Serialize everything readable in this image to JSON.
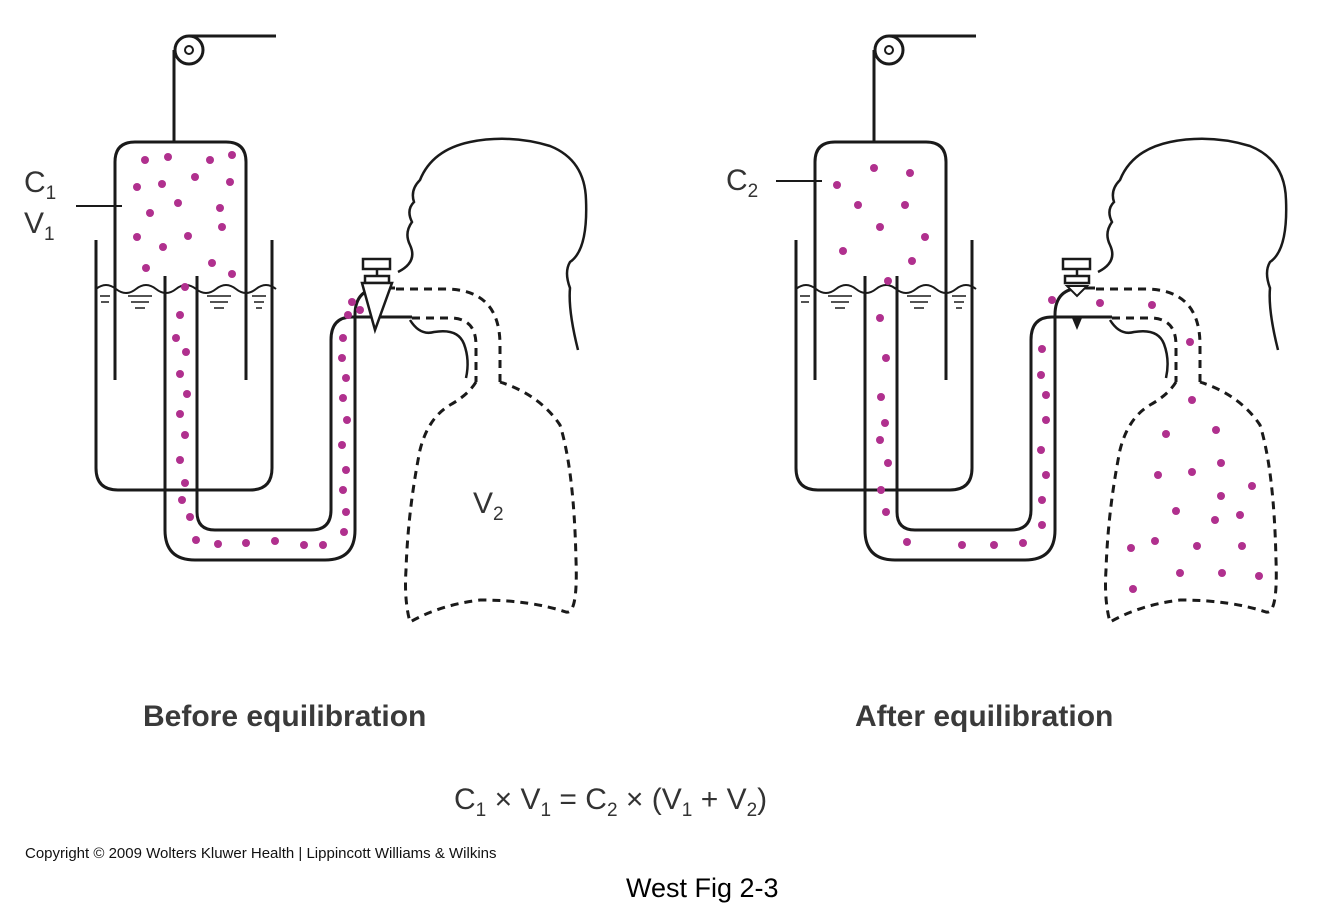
{
  "colors": {
    "line": "#1a1a1a",
    "particle": "#b0308e",
    "text": "#333333"
  },
  "before_panel": {
    "caption": "Before equilibration",
    "c1_symbol": "C",
    "c1_sub": "1",
    "v1_symbol": "V",
    "v1_sub": "1",
    "v2_symbol": "V",
    "v2_sub": "2"
  },
  "after_panel": {
    "caption": "After equilibration",
    "c2_symbol": "C",
    "c2_sub": "2"
  },
  "equation": {
    "c": "C",
    "one": "1",
    "two": "2",
    "v": "V",
    "times": "×",
    "eq": "=",
    "open": "(",
    "plus": "+",
    "close": ")"
  },
  "copyright": "Copyright © 2009 Wolters Kluwer Health | Lippincott Williams & Wilkins",
  "figure_ref": "West Fig 2-3"
}
